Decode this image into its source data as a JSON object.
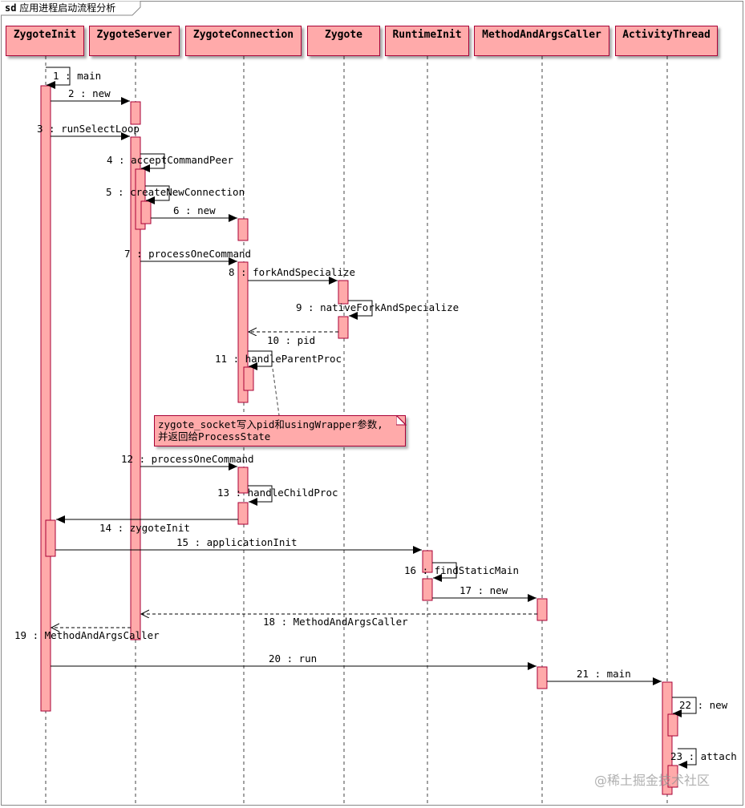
{
  "diagram": {
    "title_prefix": "sd",
    "title": "应用进程启动流程分析",
    "participants": [
      {
        "id": "zygote-init",
        "label": "ZygoteInit"
      },
      {
        "id": "zygote-server",
        "label": "ZygoteServer"
      },
      {
        "id": "zygote-connection",
        "label": "ZygoteConnection"
      },
      {
        "id": "zygote",
        "label": "Zygote"
      },
      {
        "id": "runtime-init",
        "label": "RuntimeInit"
      },
      {
        "id": "method-and-args-caller",
        "label": "MethodAndArgsCaller"
      },
      {
        "id": "activity-thread",
        "label": "ActivityThread"
      }
    ],
    "messages": [
      {
        "label": "1 : main",
        "type": "self",
        "from": "ZygoteInit",
        "to": "ZygoteInit"
      },
      {
        "label": "2 : new",
        "type": "sync",
        "from": "ZygoteInit",
        "to": "ZygoteServer"
      },
      {
        "label": "3 : runSelectLoop",
        "type": "sync",
        "from": "ZygoteInit",
        "to": "ZygoteServer"
      },
      {
        "label": "4 : acceptCommandPeer",
        "type": "self",
        "from": "ZygoteServer",
        "to": "ZygoteServer"
      },
      {
        "label": "5 : createNewConnection",
        "type": "self",
        "from": "ZygoteServer",
        "to": "ZygoteServer"
      },
      {
        "label": "6 : new",
        "type": "sync",
        "from": "ZygoteServer",
        "to": "ZygoteConnection"
      },
      {
        "label": "7 : processOneCommand",
        "type": "sync",
        "from": "ZygoteServer",
        "to": "ZygoteConnection"
      },
      {
        "label": "8 : forkAndSpecialize",
        "type": "sync",
        "from": "ZygoteConnection",
        "to": "Zygote"
      },
      {
        "label": "9 : nativeForkAndSpecialize",
        "type": "self",
        "from": "Zygote",
        "to": "Zygote"
      },
      {
        "label": "10 : pid",
        "type": "return",
        "from": "Zygote",
        "to": "ZygoteConnection"
      },
      {
        "label": "11 : handleParentProc",
        "type": "self",
        "from": "ZygoteConnection",
        "to": "ZygoteConnection"
      },
      {
        "label": "12 : processOneCommand",
        "type": "sync",
        "from": "ZygoteServer",
        "to": "ZygoteConnection"
      },
      {
        "label": "13 : handleChildProc",
        "type": "self",
        "from": "ZygoteConnection",
        "to": "ZygoteConnection"
      },
      {
        "label": "14 : zygoteInit",
        "type": "sync",
        "from": "ZygoteConnection",
        "to": "ZygoteInit"
      },
      {
        "label": "15 : applicationInit",
        "type": "sync",
        "from": "ZygoteInit",
        "to": "RuntimeInit"
      },
      {
        "label": "16 : findStaticMain",
        "type": "self",
        "from": "RuntimeInit",
        "to": "RuntimeInit"
      },
      {
        "label": "17 : new",
        "type": "sync",
        "from": "RuntimeInit",
        "to": "MethodAndArgsCaller"
      },
      {
        "label": "18 : MethodAndArgsCaller",
        "type": "return",
        "from": "MethodAndArgsCaller",
        "to": "ZygoteServer"
      },
      {
        "label": "19 : MethodAndArgsCaller",
        "type": "return",
        "from": "ZygoteServer",
        "to": "ZygoteInit"
      },
      {
        "label": "20 : run",
        "type": "sync",
        "from": "ZygoteInit",
        "to": "MethodAndArgsCaller"
      },
      {
        "label": "21 : main",
        "type": "sync",
        "from": "MethodAndArgsCaller",
        "to": "ActivityThread"
      },
      {
        "label": "22 : new",
        "type": "self",
        "from": "ActivityThread",
        "to": "ActivityThread"
      },
      {
        "label": "23 : attach",
        "type": "self",
        "from": "ActivityThread",
        "to": "ActivityThread"
      }
    ],
    "note": {
      "line1": "zygote_socket写入pid和usingWrapper参数,",
      "line2": "并返回给ProcessState"
    },
    "colors": {
      "fill": "#ffaaaa",
      "border": "#a80036",
      "line": "#000000"
    }
  },
  "watermark": "@稀土掘金技术社区"
}
